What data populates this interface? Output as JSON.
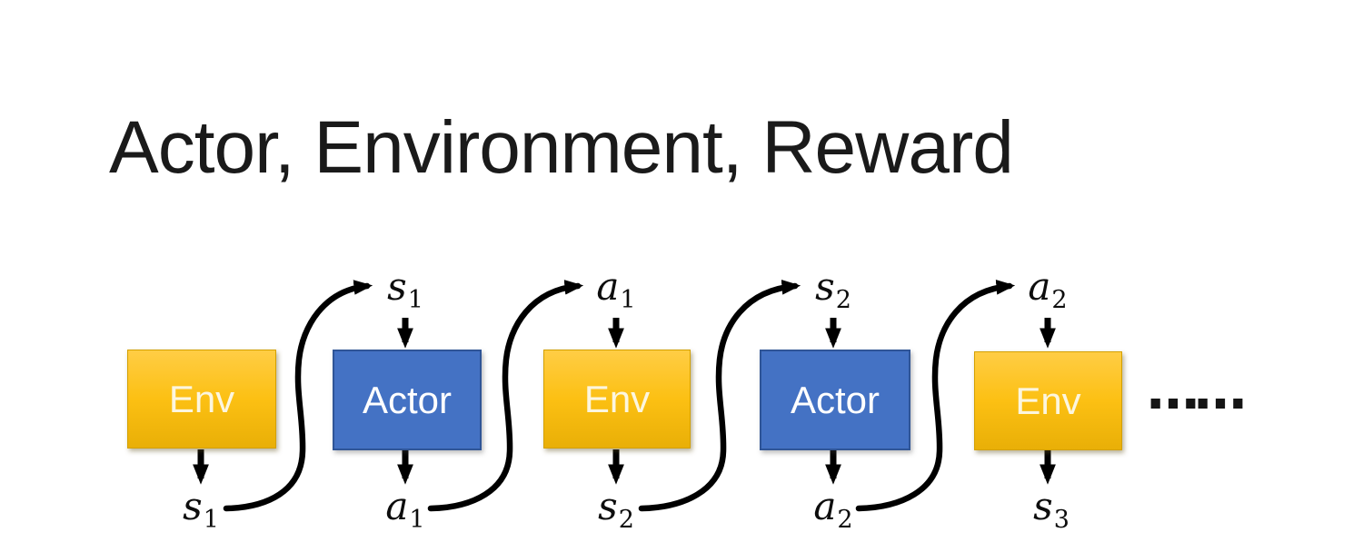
{
  "title": "Actor, Environment, Reward",
  "diagram": {
    "boxes": [
      {
        "label": "Env",
        "type": "env"
      },
      {
        "label": "Actor",
        "type": "actor"
      },
      {
        "label": "Env",
        "type": "env"
      },
      {
        "label": "Actor",
        "type": "actor"
      },
      {
        "label": "Env",
        "type": "env"
      }
    ],
    "top_labels": [
      {
        "base": "s",
        "sub": "1"
      },
      {
        "base": "a",
        "sub": "1"
      },
      {
        "base": "s",
        "sub": "2"
      },
      {
        "base": "a",
        "sub": "2"
      }
    ],
    "bottom_labels": [
      {
        "base": "s",
        "sub": "1"
      },
      {
        "base": "a",
        "sub": "1"
      },
      {
        "base": "s",
        "sub": "2"
      },
      {
        "base": "a",
        "sub": "2"
      },
      {
        "base": "s",
        "sub": "3"
      }
    ],
    "ellipsis": "……"
  },
  "colors": {
    "env_fill_top": "#FFCD45",
    "env_fill_mid": "#FCC013",
    "env_fill_bottom": "#E9AF07",
    "env_border": "#D4A000",
    "actor_fill": "#4472C4",
    "actor_border": "#2F5597",
    "arrow": "#000000",
    "text_on_env": "#FCF6DF",
    "text_on_actor": "#FFFFFF",
    "title_color": "#1A1A1A",
    "background": "#FFFFFF"
  }
}
